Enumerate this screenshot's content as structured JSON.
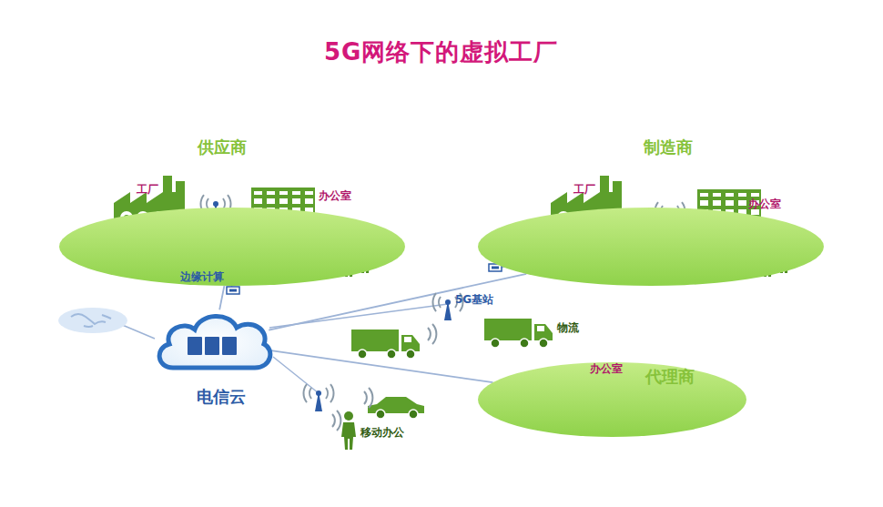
{
  "diagram": {
    "title": "5G网络下的虚拟工厂",
    "nodes": [
      {
        "text": [
          "供应商"
        ]
      },
      {
        "text": [
          "制造商"
        ]
      },
      {
        "text": [
          "代理商"
        ]
      },
      {
        "text": [
          "电信云"
        ]
      }
    ],
    "edges": [
      {
        "from": 3,
        "to": 0,
        "arrow": "none"
      },
      {
        "from": 3,
        "to": 1,
        "arrow": "none"
      },
      {
        "from": 3,
        "to": 2,
        "arrow": "none"
      }
    ],
    "labels": [
      "工厂",
      "办公室",
      "边缘计算",
      "工厂",
      "办公室",
      "5G基站",
      "物流",
      "办公室",
      "移动办公"
    ]
  }
}
